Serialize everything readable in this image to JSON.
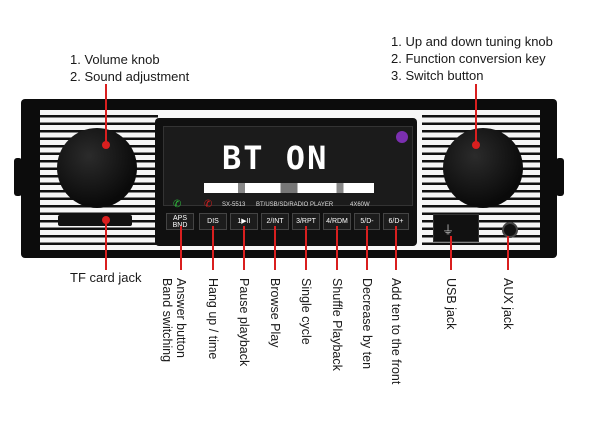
{
  "labels": {
    "left_top": [
      "1. Volume knob",
      "2. Sound adjustment"
    ],
    "right_top": [
      "1. Up and down tuning knob",
      "2. Function conversion key",
      "3. Switch button"
    ],
    "tf_card": "TF card jack",
    "bottom": {
      "aps_bnd": [
        "Answer button",
        "Band switching"
      ],
      "dis": "Hang up / time",
      "play": "Pause playback",
      "int": "Browse Play",
      "rpt": "Single cycle",
      "rdm": "Shuffle Playback",
      "d_minus": "Decrease by ten",
      "d_plus": "Add ten to the front",
      "usb": "USB jack",
      "aux": "AUX jack"
    }
  },
  "device": {
    "display_text": "BT ON",
    "model": "SX-5513",
    "modes": "BT/USB/SD/RADIO PLAYER",
    "power": "4X60W",
    "buttons": [
      "APS BND",
      "DIS",
      "1▶II",
      "2/INT",
      "3/RPT",
      "4/RDM",
      "5/D-",
      "6/D+"
    ]
  },
  "colors": {
    "leader": "#d91f1f",
    "body": "#0c0c0c",
    "panel": "#f6f6f6",
    "indicator": "#7b2fb0"
  }
}
